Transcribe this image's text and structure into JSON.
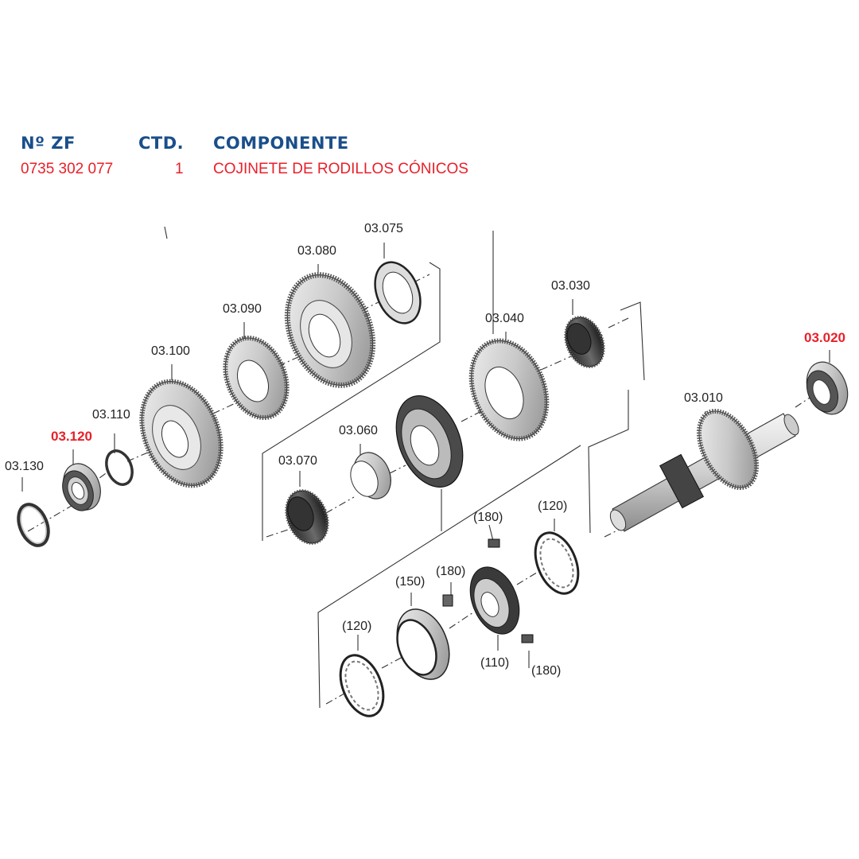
{
  "header": {
    "col_part_no": "Nº ZF",
    "col_qty": "CTD.",
    "col_component": "COMPONENTE"
  },
  "selected_row": {
    "part_no": "0735 302 077",
    "qty": "1",
    "component": "COJINETE DE RODILLOS CÓNICOS"
  },
  "highlight_color": "#e8202a",
  "header_color": "#1a4f8a",
  "labels": {
    "p03_010": "03.010",
    "p03_020": "03.020",
    "p03_030": "03.030",
    "p03_040": "03.040",
    "p03_060": "03.060",
    "p03_070": "03.070",
    "p03_075": "03.075",
    "p03_080": "03.080",
    "p03_090": "03.090",
    "p03_100": "03.100",
    "p03_110": "03.110",
    "p03_120": "03.120",
    "p03_130": "03.130",
    "s110": "(110)",
    "s120a": "(120)",
    "s120b": "(120)",
    "s150": "(150)",
    "s180a": "(180)",
    "s180b": "(180)",
    "s180c": "(180)"
  }
}
